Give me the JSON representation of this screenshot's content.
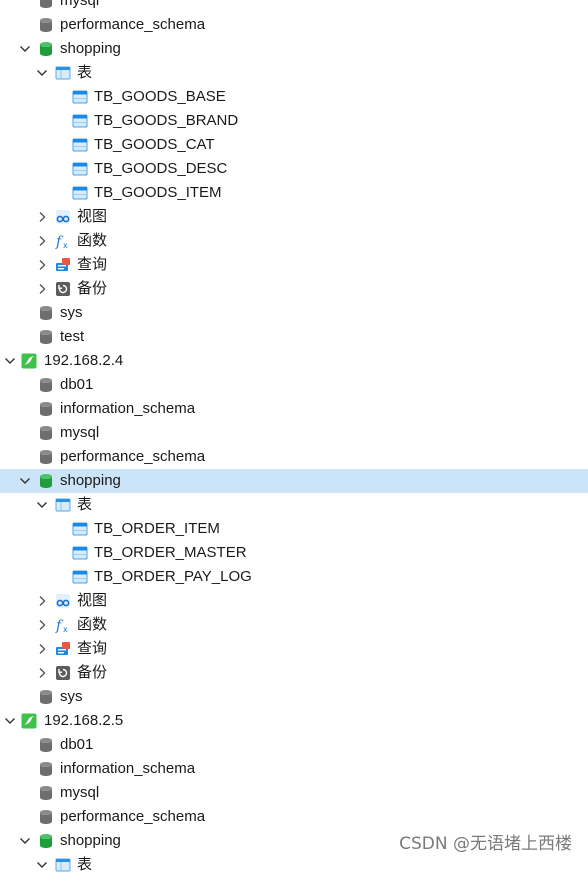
{
  "tree": [
    {
      "level": 2,
      "type": "db",
      "label": "mysql"
    },
    {
      "level": 2,
      "type": "db",
      "label": "performance_schema"
    },
    {
      "level": 2,
      "type": "db-active",
      "label": "shopping",
      "expander": "expanded"
    },
    {
      "level": 3,
      "type": "tables",
      "label": "表",
      "expander": "expanded"
    },
    {
      "level": 4,
      "type": "table",
      "label": "TB_GOODS_BASE"
    },
    {
      "level": 4,
      "type": "table",
      "label": "TB_GOODS_BRAND"
    },
    {
      "level": 4,
      "type": "table",
      "label": "TB_GOODS_CAT"
    },
    {
      "level": 4,
      "type": "table",
      "label": "TB_GOODS_DESC"
    },
    {
      "level": 4,
      "type": "table",
      "label": "TB_GOODS_ITEM"
    },
    {
      "level": 3,
      "type": "views",
      "label": "视图",
      "expander": "collapsed"
    },
    {
      "level": 3,
      "type": "functions",
      "label": "函数",
      "expander": "collapsed"
    },
    {
      "level": 3,
      "type": "queries",
      "label": "查询",
      "expander": "collapsed"
    },
    {
      "level": 3,
      "type": "backups",
      "label": "备份",
      "expander": "collapsed"
    },
    {
      "level": 2,
      "type": "db",
      "label": "sys"
    },
    {
      "level": 2,
      "type": "db",
      "label": "test"
    },
    {
      "level": 1,
      "type": "connection",
      "label": "192.168.2.4",
      "expander": "expanded"
    },
    {
      "level": 2,
      "type": "db",
      "label": "db01"
    },
    {
      "level": 2,
      "type": "db",
      "label": "information_schema"
    },
    {
      "level": 2,
      "type": "db",
      "label": "mysql"
    },
    {
      "level": 2,
      "type": "db",
      "label": "performance_schema"
    },
    {
      "level": 2,
      "type": "db-active",
      "label": "shopping",
      "expander": "expanded",
      "selected": true
    },
    {
      "level": 3,
      "type": "tables",
      "label": "表",
      "expander": "expanded"
    },
    {
      "level": 4,
      "type": "table",
      "label": "TB_ORDER_ITEM"
    },
    {
      "level": 4,
      "type": "table",
      "label": "TB_ORDER_MASTER"
    },
    {
      "level": 4,
      "type": "table",
      "label": "TB_ORDER_PAY_LOG"
    },
    {
      "level": 3,
      "type": "views",
      "label": "视图",
      "expander": "collapsed"
    },
    {
      "level": 3,
      "type": "functions",
      "label": "函数",
      "expander": "collapsed"
    },
    {
      "level": 3,
      "type": "queries",
      "label": "查询",
      "expander": "collapsed"
    },
    {
      "level": 3,
      "type": "backups",
      "label": "备份",
      "expander": "collapsed"
    },
    {
      "level": 2,
      "type": "db",
      "label": "sys"
    },
    {
      "level": 1,
      "type": "connection",
      "label": "192.168.2.5",
      "expander": "expanded"
    },
    {
      "level": 2,
      "type": "db",
      "label": "db01"
    },
    {
      "level": 2,
      "type": "db",
      "label": "information_schema"
    },
    {
      "level": 2,
      "type": "db",
      "label": "mysql"
    },
    {
      "level": 2,
      "type": "db",
      "label": "performance_schema"
    },
    {
      "level": 2,
      "type": "db-active",
      "label": "shopping",
      "expander": "expanded"
    },
    {
      "level": 3,
      "type": "tables",
      "label": "表",
      "expander": "expanded"
    }
  ],
  "icons": {
    "db": "database-icon",
    "db-active": "database-open-icon",
    "tables": "tables-folder-icon",
    "table": "table-icon",
    "views": "views-icon",
    "functions": "function-icon",
    "queries": "query-icon",
    "backups": "backup-icon",
    "connection": "mysql-connection-icon"
  },
  "colors": {
    "selection": "#cce4f7",
    "db_gray": "#6e6e6e",
    "db_green": "#1f9d3a",
    "table_blue": "#1e88e5",
    "connection_green": "#3ec24a"
  },
  "watermark": "CSDN @无语堵上西楼"
}
